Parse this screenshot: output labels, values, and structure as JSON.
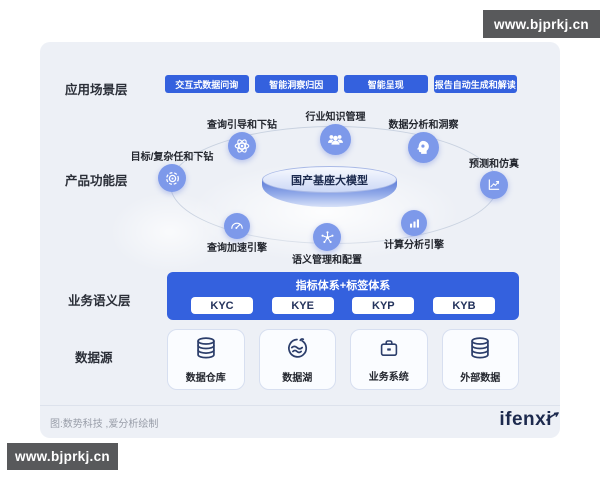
{
  "watermark": {
    "text": "www.bjprkj.cn"
  },
  "layers": {
    "application": {
      "label": "应用场景层",
      "buttons": [
        "交互式数据问询",
        "智能洞察归因",
        "智能呈现",
        "报告自动生成和解读"
      ]
    },
    "product": {
      "label": "产品功能层",
      "center_model": "国产基座大模型",
      "nodes": [
        {
          "label": "目标/复杂任和下钻",
          "icon": "target-icon"
        },
        {
          "label": "查询引导和下钻",
          "icon": "atom-icon"
        },
        {
          "label": "行业知识管理",
          "icon": "users-icon"
        },
        {
          "label": "数据分析和洞察",
          "icon": "mind-icon"
        },
        {
          "label": "预测和仿真",
          "icon": "trend-chart-icon"
        },
        {
          "label": "查询加速引擎",
          "icon": "speedometer-icon"
        },
        {
          "label": "语义管理和配置",
          "icon": "hub-icon"
        },
        {
          "label": "计算分析引擎",
          "icon": "bars-engine-icon"
        }
      ]
    },
    "semantic": {
      "label": "业务语义层",
      "title": "指标体系+标签体系",
      "pills": [
        "KYC",
        "KYE",
        "KYP",
        "KYB"
      ]
    },
    "datasource": {
      "label": "数据源",
      "cards": [
        {
          "label": "数据仓库",
          "icon": "database-icon"
        },
        {
          "label": "数据湖",
          "icon": "data-lake-icon"
        },
        {
          "label": "业务系统",
          "icon": "briefcase-icon"
        },
        {
          "label": "外部数据",
          "icon": "database-icon"
        }
      ]
    }
  },
  "footer": {
    "caption": "图:数势科技 ,爱分析绘制",
    "logo": "ifenxi"
  },
  "colors": {
    "accent_blue": "#3461de",
    "node_blue": "#7d99ea",
    "icon_navy": "#2c3e6b",
    "watermark_bg": "#58595b",
    "panel_bg": "#edf0f6"
  }
}
